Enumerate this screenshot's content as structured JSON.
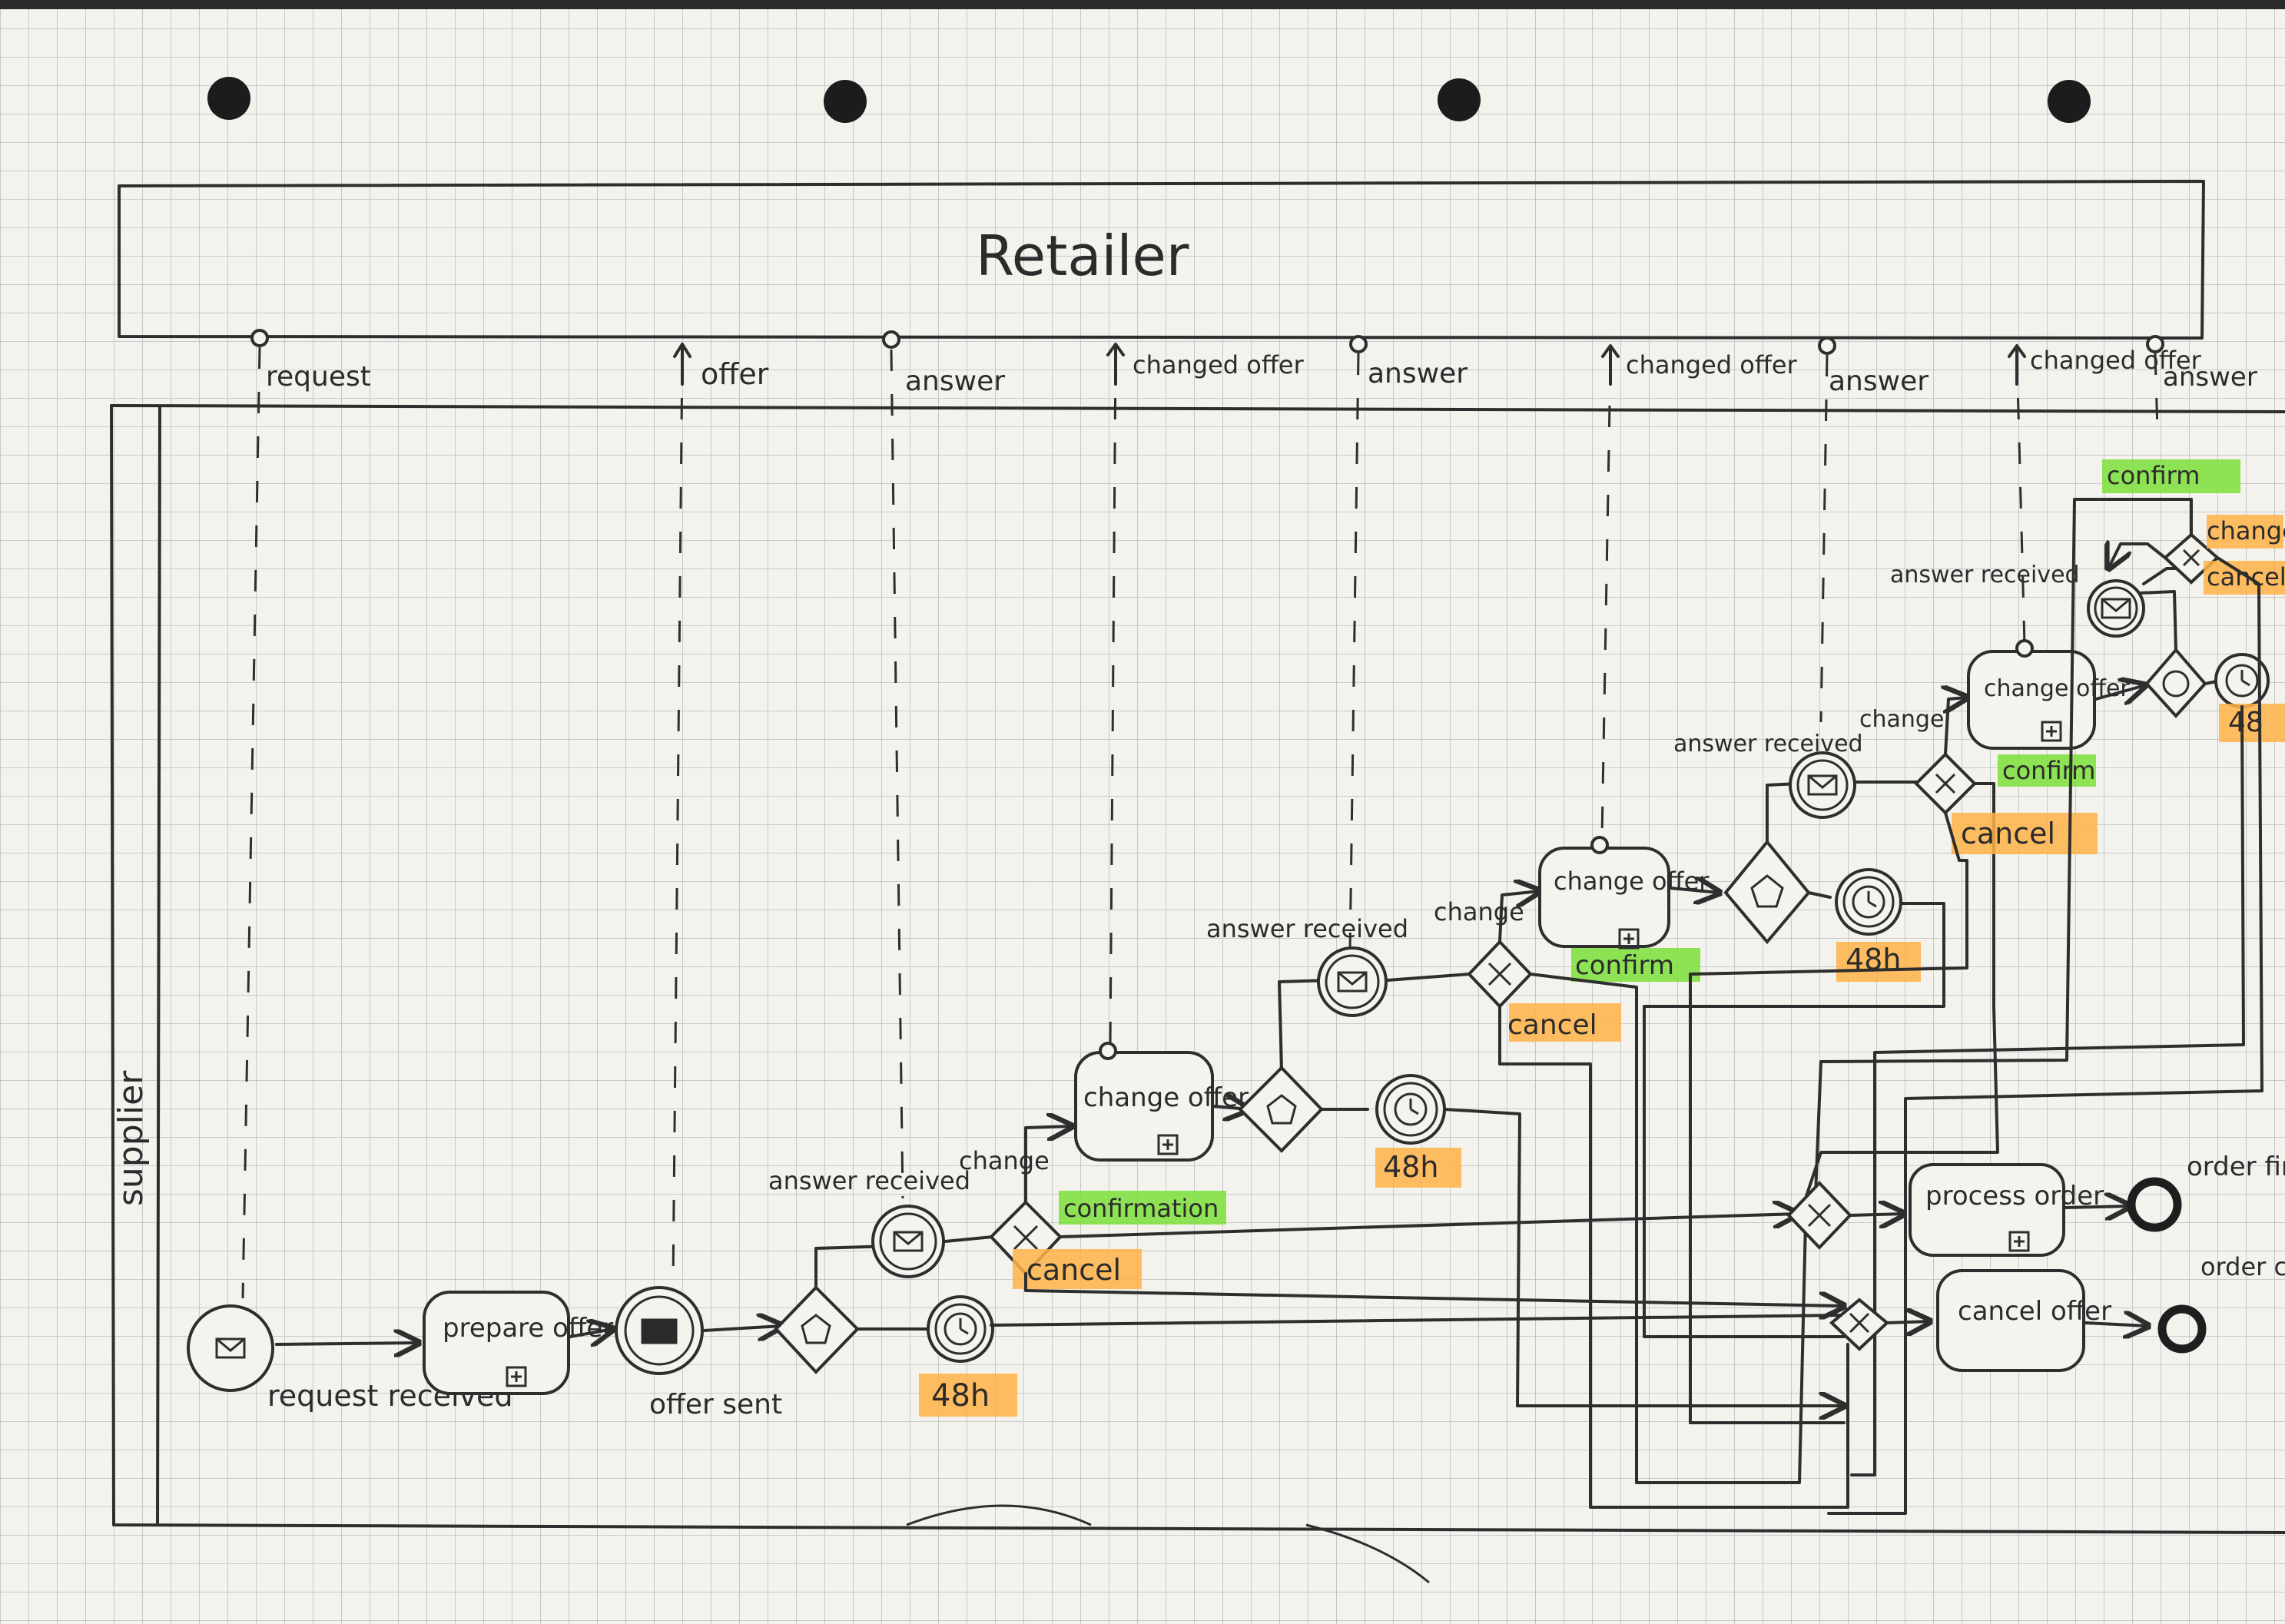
{
  "pool": {
    "title": "Retailer"
  },
  "lane": {
    "title": "supplier"
  },
  "messages": {
    "request": "request",
    "offer": "offer",
    "answer1": "answer",
    "changed_offer1": "changed offer",
    "answer2": "answer",
    "changed_offer2": "changed offer",
    "answer3": "answer",
    "changed_offer3": "changed offer",
    "answer4": "answer"
  },
  "events": {
    "request_received": "request received",
    "offer_sent": "offer sent",
    "answer_received_1": "answer received",
    "answer_received_2": "answer received",
    "answer_received_3": "answer received",
    "answer_received_4": "answer received",
    "timer_1": "48h",
    "timer_2": "48h",
    "timer_3": "48h",
    "timer_4": "48",
    "order_finished": "order finished",
    "order_cancelled": "order cancelled"
  },
  "tasks": {
    "prepare_offer": "prepare offer",
    "change_offer_1": "change offer",
    "change_offer_2": "change offer",
    "change_offer_3": "change offer",
    "process_order": "process order",
    "cancel_offer": "cancel offer"
  },
  "flows": {
    "change_1": "change",
    "change_2": "change",
    "change_3": "change",
    "confirmation_1": "confirmation",
    "cancel_1": "cancel",
    "confirm_2": "confirm",
    "cancel_2": "cancel",
    "confirm_3": "confirm",
    "cancel_3": "cancel",
    "confirm_4": "confirm",
    "change_4": "change",
    "cancel_4": "cancel"
  },
  "colors": {
    "confirm_highlight": "#7be03a",
    "cancel_highlight": "#ffb347",
    "ink": "#2e2e2e",
    "paper": "#f4f3ee"
  }
}
